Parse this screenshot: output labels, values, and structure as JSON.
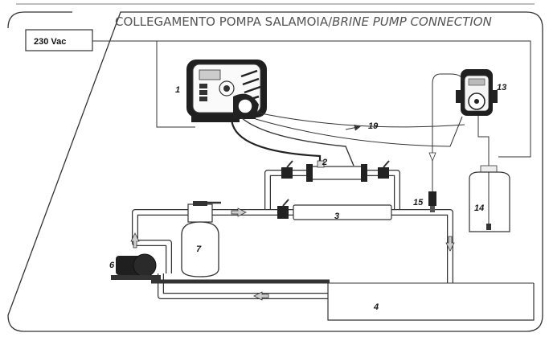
{
  "title": {
    "main": "COLLEGAMENTO POMPA SALAMOIA/",
    "sub": "BRINE PUMP CONNECTION"
  },
  "power_label": "230 Vac",
  "callouts": {
    "controller": "1",
    "cell_unit": "2",
    "cell": "3",
    "pool": "4",
    "pump": "6",
    "filter": "7",
    "brine_pump": "13",
    "tank": "14",
    "injection_valve": "15",
    "tube": "19"
  },
  "colors": {
    "frame": "#333333",
    "pipe_fill": "#ffffff",
    "pipe_stroke": "#333333",
    "arrow_fill": "#cfcfcf",
    "device_dark": "#1f1f1f",
    "pool_fill": "#e9e9e9"
  }
}
